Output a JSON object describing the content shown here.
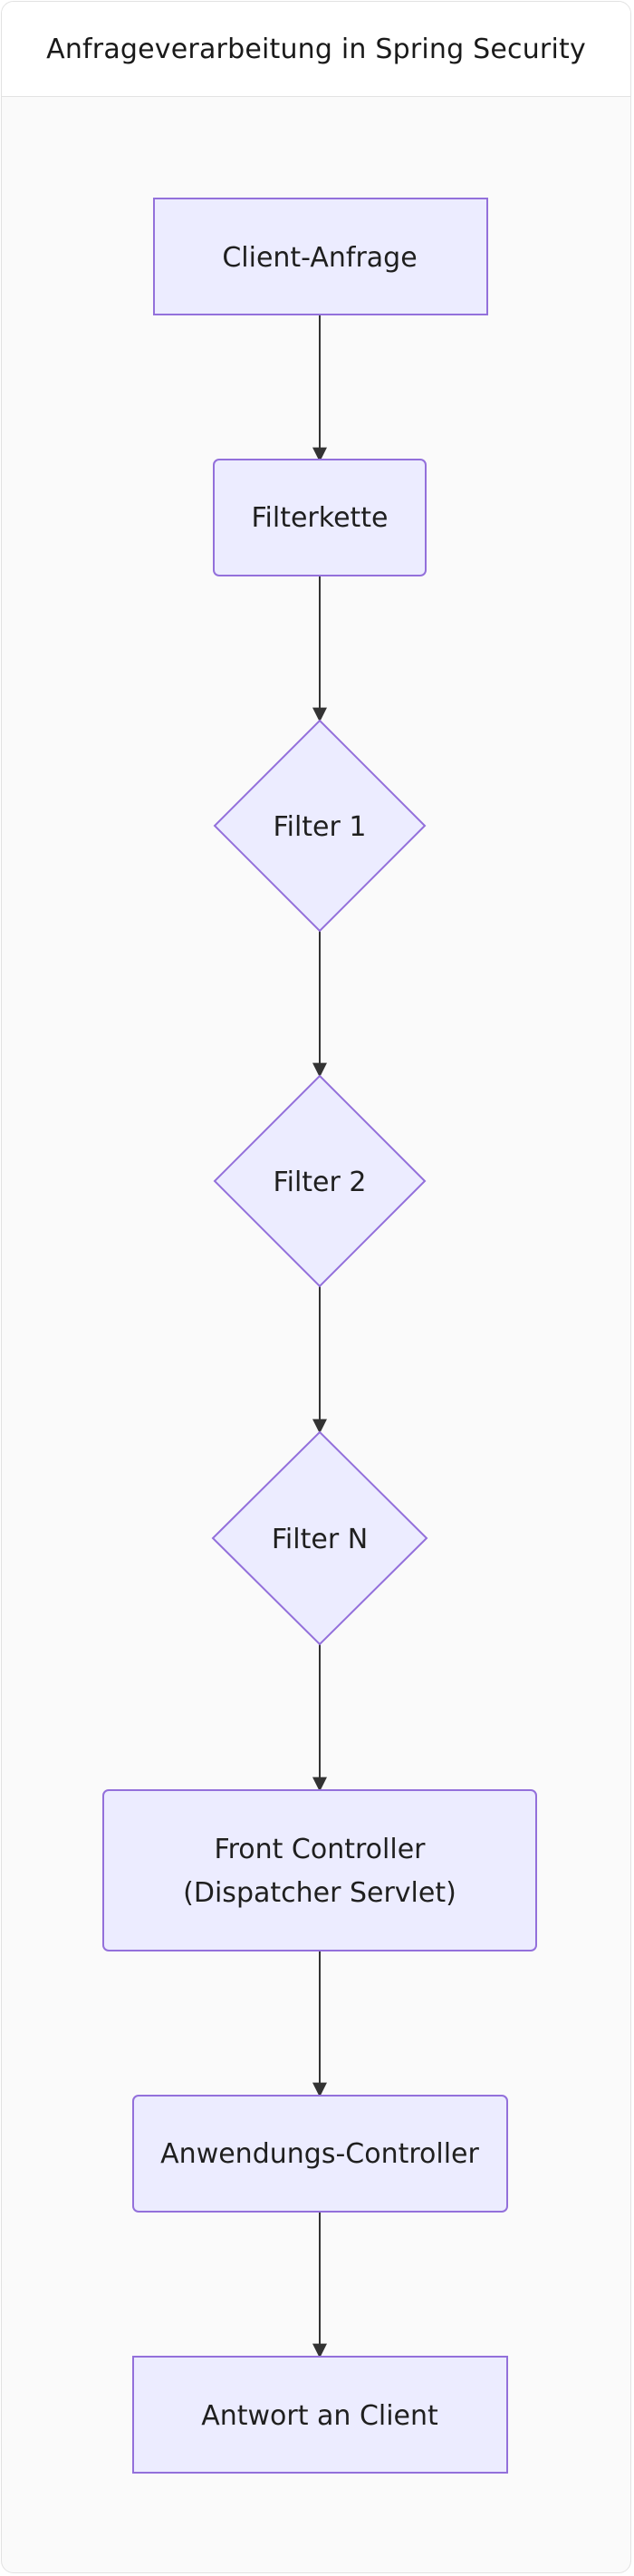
{
  "title": "Anfrageverarbeitung in Spring Security",
  "colors": {
    "node_fill": "#ECECFF",
    "node_stroke": "#9370DB",
    "edge": "#333333",
    "background": "#FAFAFA"
  },
  "nodes": {
    "client_request": {
      "lines": [
        "Client-Anfrage"
      ]
    },
    "filter_chain": {
      "lines": [
        "Filterkette"
      ]
    },
    "filter_1": {
      "lines": [
        "Filter 1"
      ]
    },
    "filter_2": {
      "lines": [
        "Filter 2"
      ]
    },
    "filter_n": {
      "lines": [
        "Filter N"
      ]
    },
    "front_controller": {
      "lines": [
        "Front Controller",
        "(Dispatcher Servlet)"
      ]
    },
    "app_controller": {
      "lines": [
        "Anwendungs-Controller"
      ]
    },
    "response": {
      "lines": [
        "Antwort an Client"
      ]
    }
  },
  "edges": [
    {
      "from": "client_request",
      "to": "filter_chain"
    },
    {
      "from": "filter_chain",
      "to": "filter_1"
    },
    {
      "from": "filter_1",
      "to": "filter_2"
    },
    {
      "from": "filter_2",
      "to": "filter_n"
    },
    {
      "from": "filter_n",
      "to": "front_controller"
    },
    {
      "from": "front_controller",
      "to": "app_controller"
    },
    {
      "from": "app_controller",
      "to": "response"
    }
  ]
}
